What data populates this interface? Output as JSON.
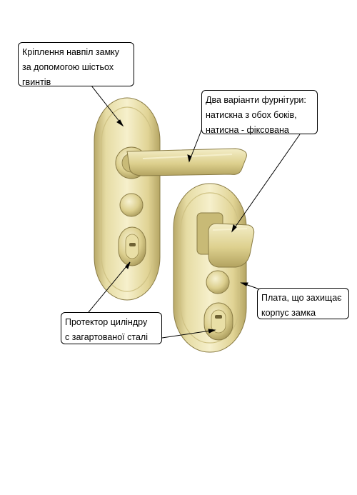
{
  "callouts": {
    "mounting": {
      "lines": [
        "Кріплення навпіл замку",
        "за допомогою шістьох",
        "гвинтів"
      ]
    },
    "variants": {
      "lines": [
        "Два варіанти фурнітури:",
        "натискна з обох боків,",
        "натисна - фіксована"
      ]
    },
    "plate": {
      "lines": [
        "Плата, що захищає",
        "корпус замка"
      ]
    },
    "protector": {
      "lines": [
        "Протектор циліндру",
        "с загартованої сталі"
      ]
    }
  },
  "colors": {
    "brass_light": "#f3ebbd",
    "brass_mid": "#ddd08e",
    "brass_dark": "#a8985a",
    "outline": "#8a7c45"
  }
}
